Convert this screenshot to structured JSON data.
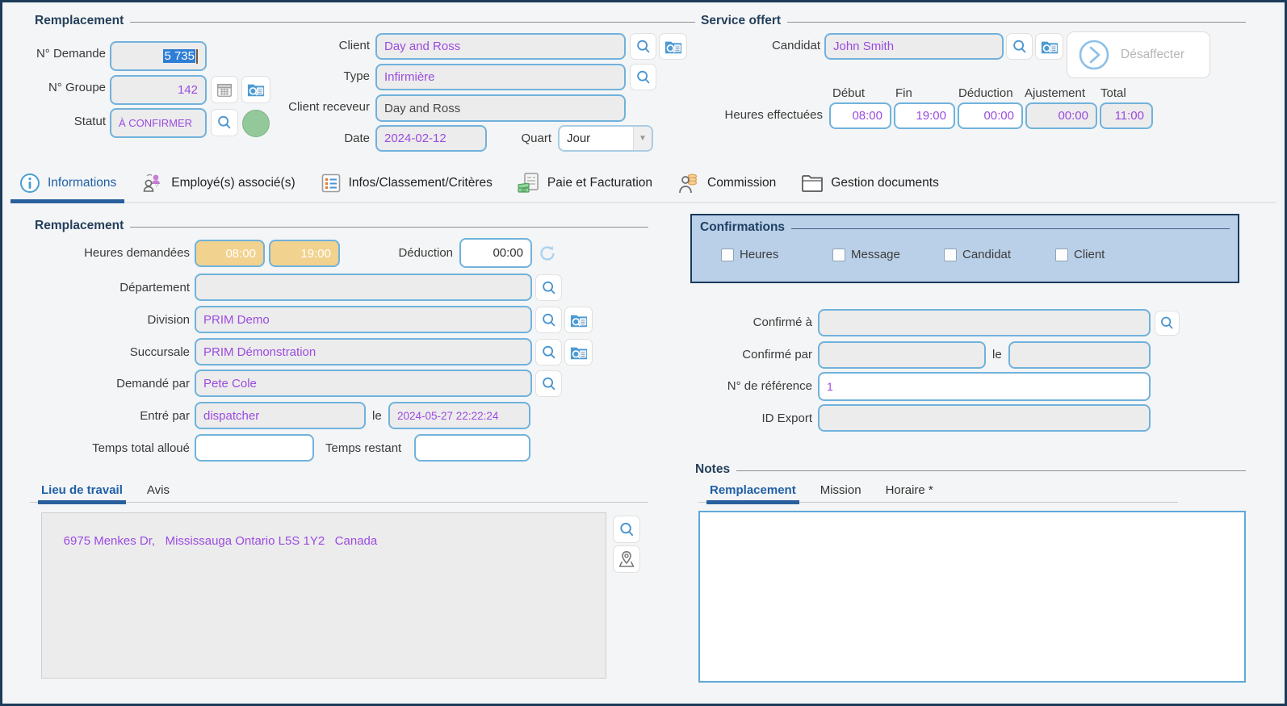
{
  "colors": {
    "accent_blue": "#70b2dc",
    "value_purple": "#9b4be0",
    "active_tab_blue": "#1f5fa8",
    "tab_indicator": "#2a5f9e",
    "panel_blue": "#bad0e8",
    "navy_border": "#1b3a5e",
    "orange_field": "#f2d28f",
    "selection_blue": "#2e7ed6",
    "status_green": "#93c99a",
    "frame_navy": "#1d3b5a"
  },
  "top": {
    "remplacement": {
      "title": "Remplacement",
      "no_demande": {
        "label": "N° Demande",
        "value": "5 735"
      },
      "no_groupe": {
        "label": "N° Groupe",
        "value": "142"
      },
      "statut": {
        "label": "Statut",
        "value": "À CONFIRMER"
      },
      "client": {
        "label": "Client",
        "value": "Day and Ross"
      },
      "type": {
        "label": "Type",
        "value": "Infirmière"
      },
      "client_receveur": {
        "label": "Client receveur",
        "value": "Day and Ross"
      },
      "date": {
        "label": "Date",
        "value": "2024-02-12"
      },
      "quart": {
        "label": "Quart",
        "value": "Jour"
      }
    },
    "service_offert": {
      "title": "Service offert",
      "candidat": {
        "label": "Candidat",
        "value": "John Smith"
      },
      "desaffecter_label": "Désaffecter",
      "heures_effectuees_label": "Heures effectuées",
      "cols": {
        "debut": "Début",
        "fin": "Fin",
        "deduction": "Déduction",
        "ajustement": "Ajustement",
        "total": "Total"
      },
      "vals": {
        "debut": "08:00",
        "fin": "19:00",
        "deduction": "00:00",
        "ajustement": "00:00",
        "total": "11:00"
      }
    }
  },
  "tabs": [
    {
      "label": "Informations",
      "icon": "info-icon",
      "active": true
    },
    {
      "label": "Employé(s) associé(s)",
      "icon": "associated-employees-icon",
      "active": false
    },
    {
      "label": "Infos/Classement/Critères",
      "icon": "criteria-list-icon",
      "active": false
    },
    {
      "label": "Paie et Facturation",
      "icon": "pay-billing-icon",
      "active": false
    },
    {
      "label": "Commission",
      "icon": "commission-icon",
      "active": false
    },
    {
      "label": "Gestion documents",
      "icon": "documents-folder-icon",
      "active": false
    }
  ],
  "remplacement_section": {
    "title": "Remplacement",
    "heures_demandees": {
      "label": "Heures demandées",
      "debut": "08:00",
      "fin": "19:00"
    },
    "deduction": {
      "label": "Déduction",
      "value": "00:00"
    },
    "departement": {
      "label": "Département",
      "value": ""
    },
    "division": {
      "label": "Division",
      "value": "PRIM Demo"
    },
    "succursale": {
      "label": "Succursale",
      "value": "PRIM Démonstration"
    },
    "demande_par": {
      "label": "Demandé par",
      "value": "Pete Cole"
    },
    "entre_par": {
      "label": "Entré par",
      "value": "dispatcher",
      "le": "le",
      "date": "2024-05-27 22:22:24"
    },
    "temps_total_alloue": {
      "label": "Temps total alloué",
      "value": ""
    },
    "temps_restant": {
      "label": "Temps restant",
      "value": ""
    }
  },
  "confirmations": {
    "title": "Confirmations",
    "checkboxes": [
      {
        "label": "Heures",
        "checked": false
      },
      {
        "label": "Message",
        "checked": false
      },
      {
        "label": "Candidat",
        "checked": false
      },
      {
        "label": "Client",
        "checked": false
      }
    ]
  },
  "confirmation_fields": {
    "confirme_a": {
      "label": "Confirmé à",
      "value": ""
    },
    "confirme_par": {
      "label": "Confirmé par",
      "value": "",
      "le": "le",
      "date": ""
    },
    "no_reference": {
      "label": "N° de référence",
      "value": "1"
    },
    "id_export": {
      "label": "ID Export",
      "value": ""
    }
  },
  "lieu_de_travail": {
    "tabs": [
      {
        "label": "Lieu de travail",
        "active": true
      },
      {
        "label": "Avis",
        "active": false
      }
    ],
    "address": "6975 Menkes Dr,   Mississauga Ontario L5S 1Y2   Canada"
  },
  "notes": {
    "title": "Notes",
    "tabs": [
      {
        "label": "Remplacement",
        "active": true
      },
      {
        "label": "Mission",
        "active": false
      },
      {
        "label": "Horaire *",
        "active": false
      }
    ],
    "content": ""
  },
  "icons": {
    "search-icon": "magnifier ⌕ blue outline",
    "folder-search-icon": "blue folder with magnifier",
    "calendar-icon": "gray calendar grid",
    "status-green-dot": "green filled circle",
    "refresh-icon": "circular arrows ⟳ light blue",
    "dropdown-arrow-icon": "▾",
    "unassign-arrow-icon": "chevron › in blue circle",
    "map-pin-icon": "location pin on map",
    "info-icon": "i in blue circle",
    "checkbox": "empty square"
  }
}
